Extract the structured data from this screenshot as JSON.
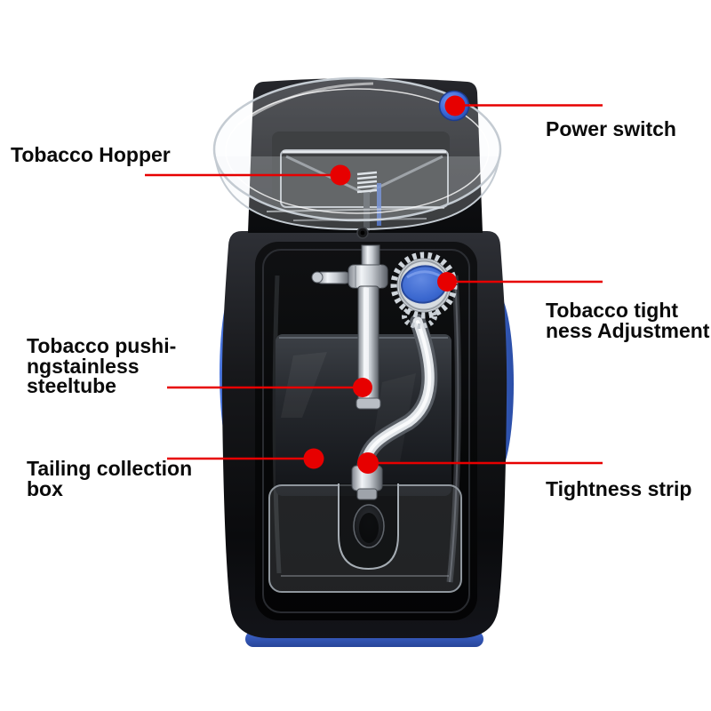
{
  "colors": {
    "callout_red": "#e70000",
    "power_button_blue": "#3a67d8",
    "knob_blue": "#3a67cf",
    "body_accent_blue": "#3864cd",
    "machine_black": "#121316",
    "label_text": "#0a0a0a",
    "background": "#ffffff"
  },
  "callouts": {
    "tobacco_hopper": {
      "lines": [
        "Tobacco Hopper"
      ]
    },
    "power_switch": {
      "lines": [
        "Power switch"
      ]
    },
    "tightness_adjustment": {
      "lines": [
        "Tobacco tight",
        "ness Adjustment"
      ]
    },
    "pushing_tube": {
      "lines": [
        "Tobacco pushi-",
        "ngstainless",
        "steeltube"
      ]
    },
    "tailing_collection_box": {
      "lines": [
        "Tailing collection",
        "box"
      ]
    },
    "tightness_strip": {
      "lines": [
        "Tightness strip"
      ]
    }
  }
}
